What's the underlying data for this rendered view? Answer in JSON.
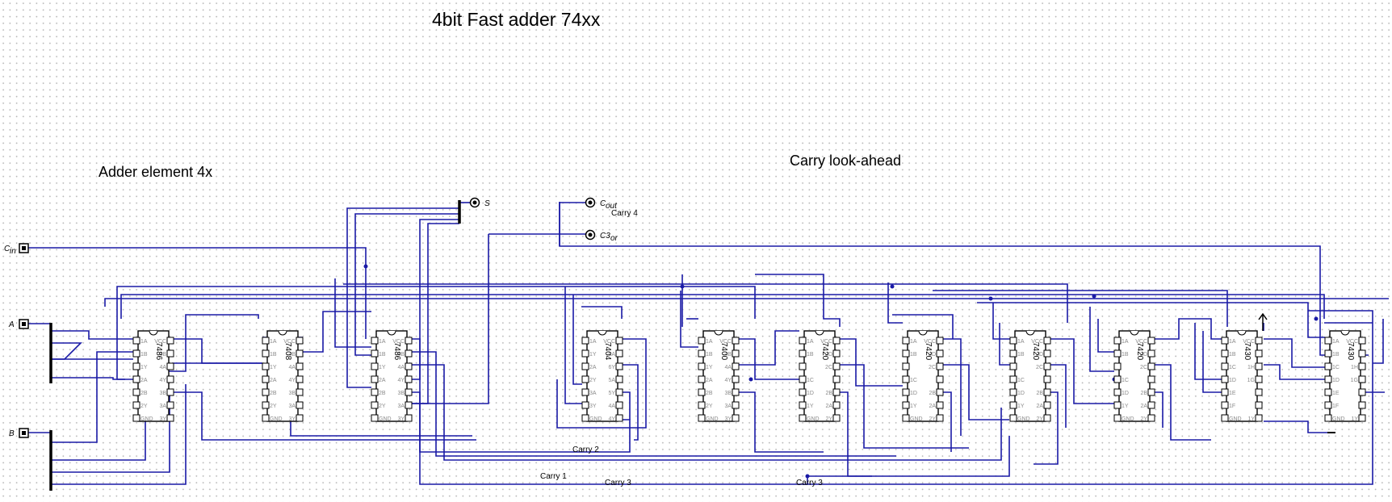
{
  "title": "4bit Fast adder 74xx",
  "sections": {
    "adder": "Adder element 4x",
    "lookahead": "Carry look-ahead"
  },
  "inputs": {
    "cin": {
      "main": "C",
      "sub": "in"
    },
    "a": "A",
    "b": "B"
  },
  "outputs": {
    "s": "S",
    "cout": {
      "main": "C",
      "sub": "out"
    },
    "c3": {
      "main": "C3",
      "sub": "or"
    }
  },
  "wire_labels": {
    "carry4": "Carry 4",
    "carry2": "Carry 2",
    "carry1": "Carry 1",
    "carry3a": "Carry 3",
    "carry3b": "Carry 3"
  },
  "chips": [
    {
      "part": "7486",
      "left": [
        "1A",
        "1B",
        "1Y",
        "2A",
        "2B",
        "2Y",
        "GND"
      ],
      "right": [
        "VCC",
        "4B",
        "4A",
        "4Y",
        "3B",
        "3A",
        "3Y"
      ]
    },
    {
      "part": "7408",
      "left": [
        "1A",
        "1B",
        "1Y",
        "2A",
        "2B",
        "2Y",
        "GND"
      ],
      "right": [
        "VCC",
        "4B",
        "4A",
        "4Y",
        "3B",
        "3A",
        "3Y"
      ]
    },
    {
      "part": "7486",
      "left": [
        "1A",
        "1B",
        "1Y",
        "2A",
        "2B",
        "2Y",
        "GND"
      ],
      "right": [
        "VCC",
        "4B",
        "4A",
        "4Y",
        "3B",
        "3A",
        "3Y"
      ]
    },
    {
      "part": "7404",
      "left": [
        "1A",
        "1Y",
        "2A",
        "2Y",
        "3A",
        "3Y",
        "GND"
      ],
      "right": [
        "VCC",
        "6A",
        "6Y",
        "5A",
        "5Y",
        "4A",
        "4Y"
      ]
    },
    {
      "part": "7400",
      "left": [
        "1A",
        "1B",
        "1Y",
        "2A",
        "2B",
        "2Y",
        "GND"
      ],
      "right": [
        "VCC",
        "4B",
        "4A",
        "4Y",
        "3B",
        "3A",
        "3Y"
      ]
    },
    {
      "part": "7420",
      "left": [
        "1A",
        "1B",
        "",
        "1C",
        "1D",
        "1Y",
        "GND"
      ],
      "right": [
        "VCC",
        "2D",
        "2C",
        "",
        "2B",
        "2A",
        "2Y"
      ]
    },
    {
      "part": "7420",
      "left": [
        "1A",
        "1B",
        "",
        "1C",
        "1D",
        "1Y",
        "GND"
      ],
      "right": [
        "VCC",
        "2D",
        "2C",
        "",
        "2B",
        "2A",
        "2Y"
      ]
    },
    {
      "part": "7420",
      "left": [
        "1A",
        "1B",
        "",
        "1C",
        "1D",
        "1Y",
        "GND"
      ],
      "right": [
        "VCC",
        "2D",
        "2C",
        "",
        "2B",
        "2A",
        "2Y"
      ]
    },
    {
      "part": "7420",
      "left": [
        "1A",
        "1B",
        "",
        "1C",
        "1D",
        "1Y",
        "GND"
      ],
      "right": [
        "VCC",
        "2D",
        "2C",
        "",
        "2B",
        "2A",
        "2Y"
      ]
    },
    {
      "part": "7430",
      "left": [
        "1A",
        "1B",
        "1C",
        "1D",
        "1E",
        "1F",
        "GND"
      ],
      "right": [
        "VCC",
        "",
        "1H",
        "1G",
        "",
        "",
        "1Y"
      ]
    },
    {
      "part": "7430",
      "left": [
        "1A",
        "1B",
        "1C",
        "1D",
        "1E",
        "1F",
        "GND"
      ],
      "right": [
        "VCC",
        "",
        "1H",
        "1G",
        "",
        "",
        "1Y"
      ]
    }
  ],
  "colors": {
    "wire": "#1a1aa6",
    "bus": "#000000",
    "grid": "#b9b9b9"
  }
}
